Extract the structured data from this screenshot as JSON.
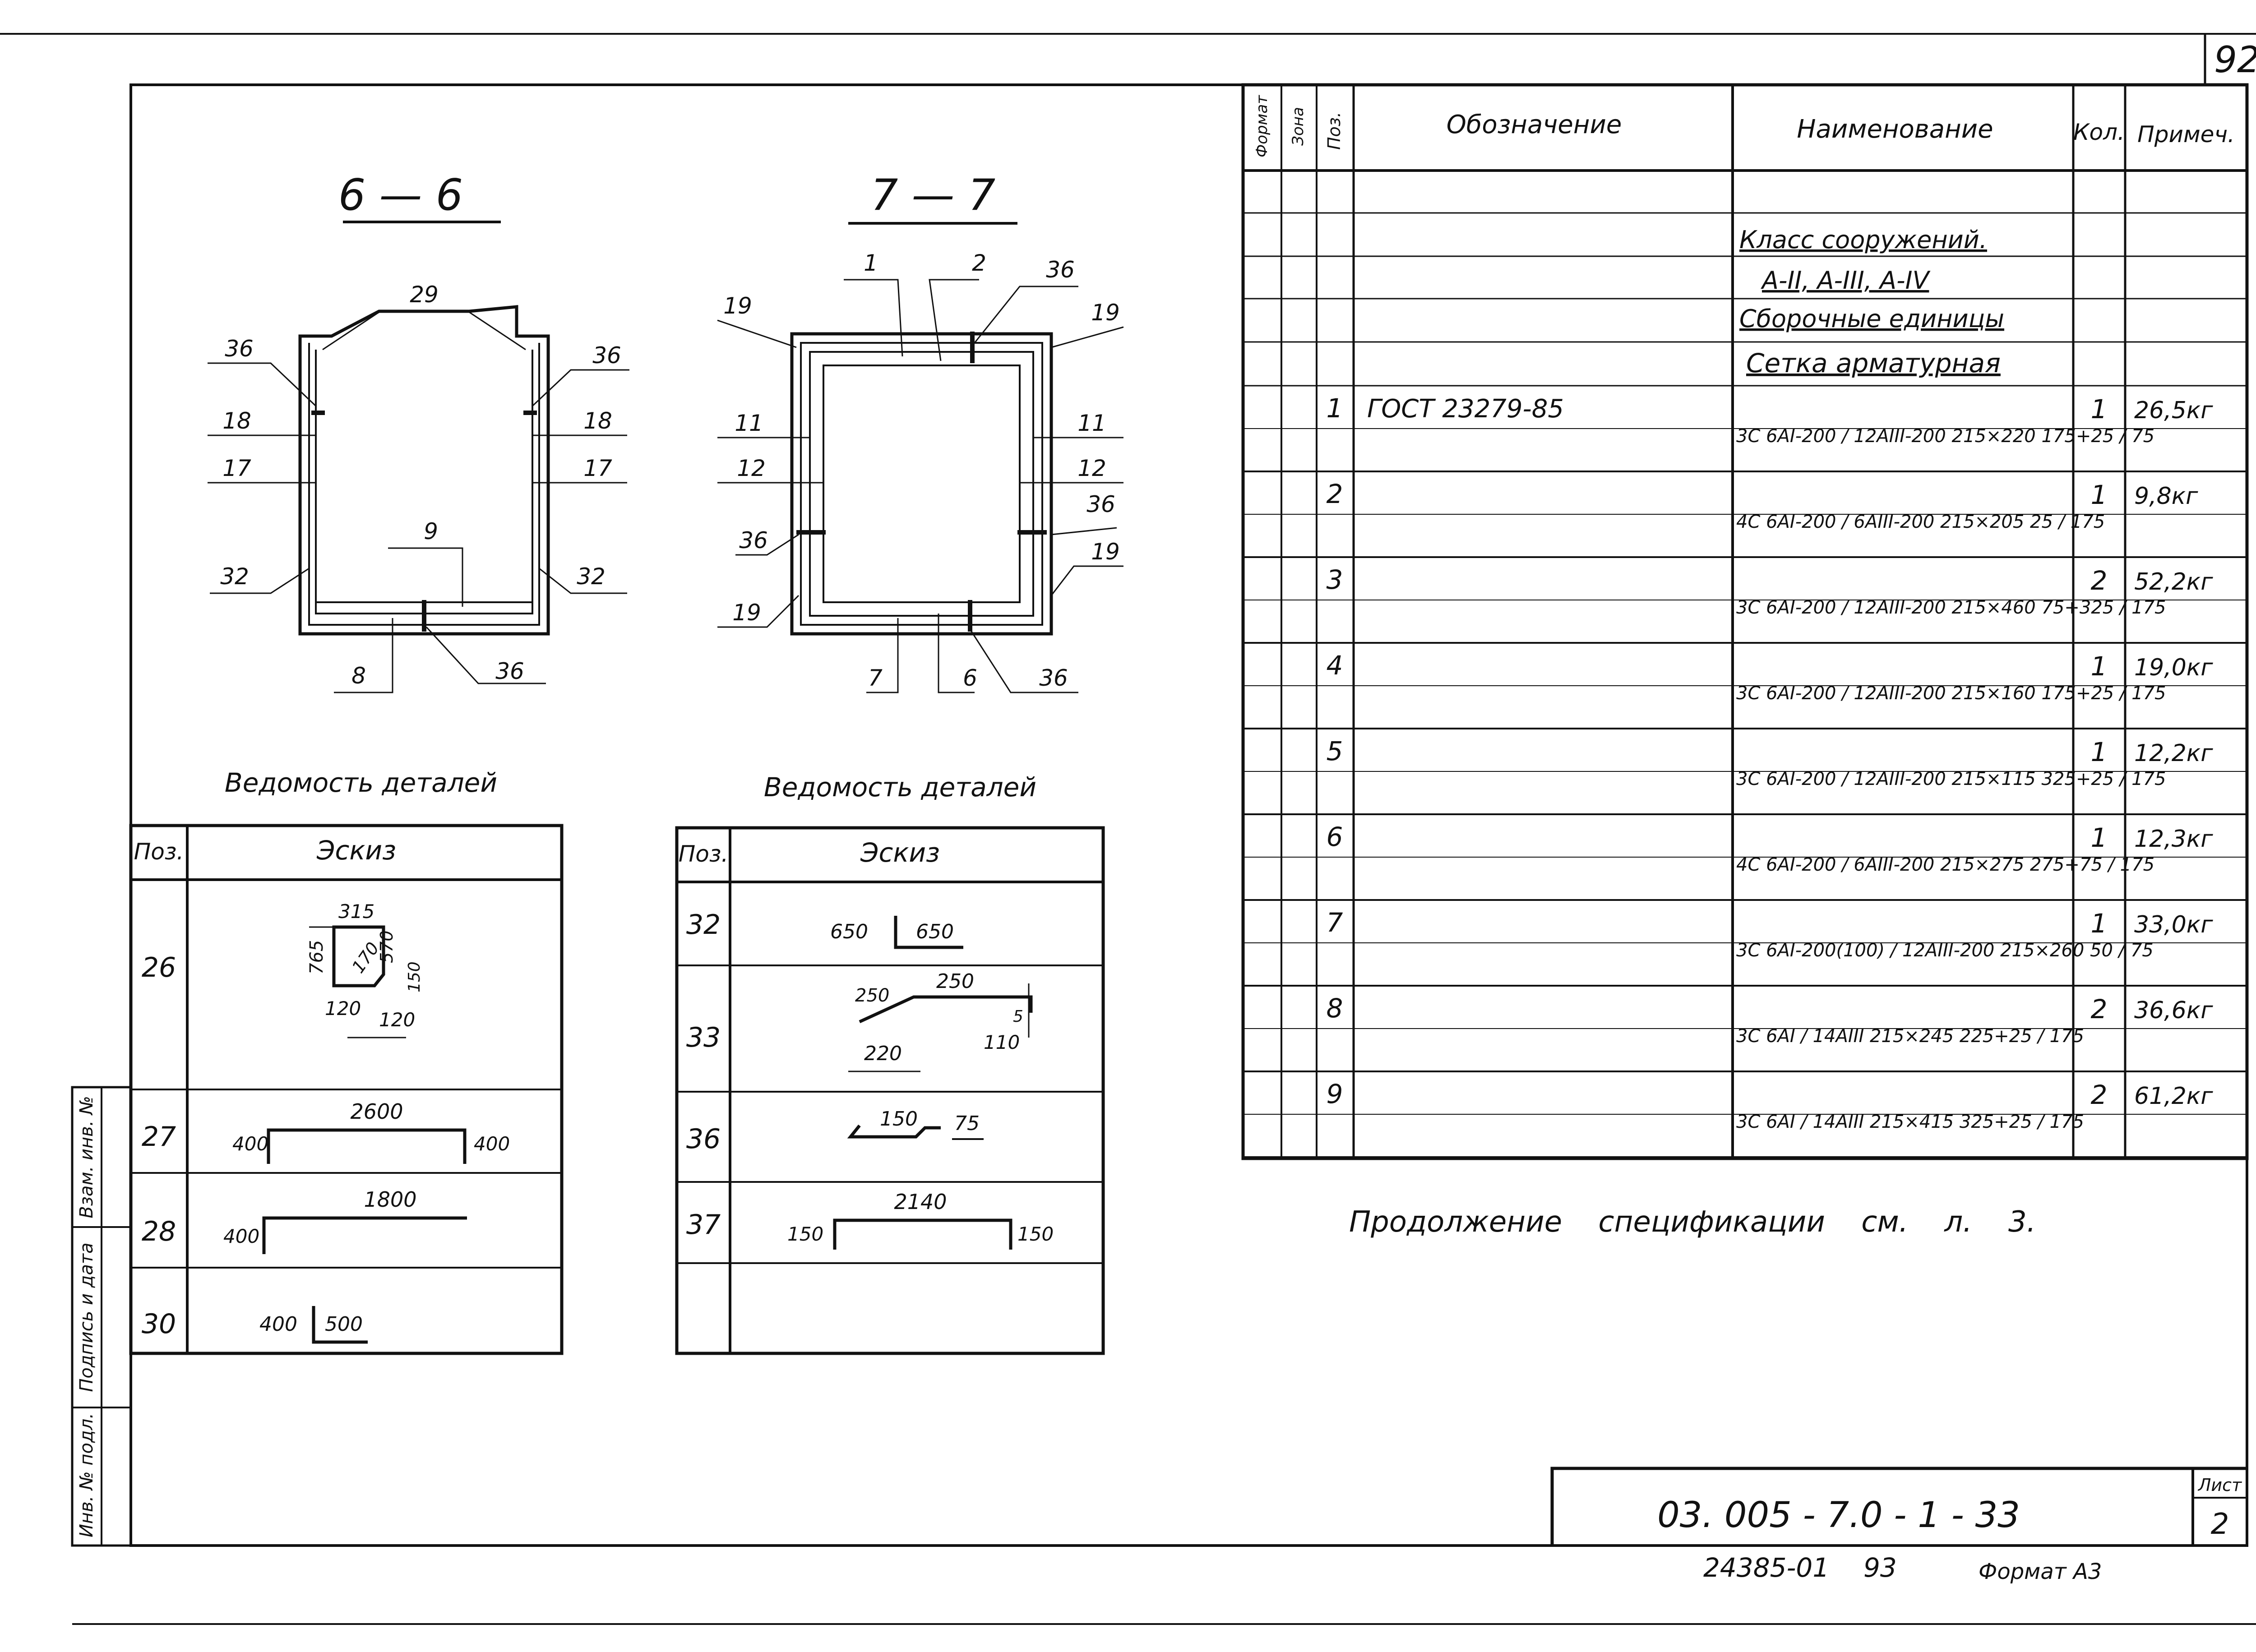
{
  "sheet": {
    "page_number": "92",
    "designation": "03. 005 - 7.0 - 1 - 33",
    "sheet_label": "Лист",
    "sheet_no": "2",
    "inventory_no": "24385-01",
    "copy_no": "93",
    "format": "Формат А3",
    "stamps": [
      "Взам. инв. №",
      "Подпись и дата",
      "Инв. № подл."
    ]
  },
  "sections": {
    "s66": {
      "title": "6 — 6",
      "labels": [
        "29",
        "36",
        "36",
        "18",
        "18",
        "17",
        "17",
        "9",
        "32",
        "32",
        "8",
        "36"
      ]
    },
    "s77": {
      "title": "7 — 7",
      "labels": [
        "1",
        "2",
        "36",
        "19",
        "19",
        "11",
        "11",
        "12",
        "12",
        "36",
        "36",
        "19",
        "19",
        "7",
        "6",
        "36"
      ]
    }
  },
  "details_left": {
    "title": "Ведомость деталей",
    "headers": [
      "Поз.",
      "Эскиз"
    ],
    "rows": [
      {
        "pos": "26",
        "dims": [
          "315",
          "765",
          "570",
          "170",
          "150",
          "120",
          "120"
        ]
      },
      {
        "pos": "27",
        "dims": [
          "2600",
          "400",
          "400"
        ]
      },
      {
        "pos": "28",
        "dims": [
          "1800",
          "400"
        ]
      },
      {
        "pos": "30",
        "dims": [
          "400",
          "500"
        ]
      }
    ]
  },
  "details_right": {
    "title": "Ведомость деталей",
    "headers": [
      "Поз.",
      "Эскиз"
    ],
    "rows": [
      {
        "pos": "32",
        "dims": [
          "650",
          "650"
        ]
      },
      {
        "pos": "33",
        "dims": [
          "250",
          "250",
          "5",
          "220",
          "110"
        ]
      },
      {
        "pos": "36",
        "dims": [
          "150",
          "75"
        ]
      },
      {
        "pos": "37",
        "dims": [
          "2140",
          "150",
          "150"
        ]
      },
      {
        "pos": "",
        "dims": []
      }
    ]
  },
  "spec": {
    "headers": [
      "Формат",
      "Зона",
      "Поз.",
      "Обозначение",
      "Наименование",
      "Кол.",
      "Примеч."
    ],
    "group_lines": [
      "Класс сооружений.",
      "А-II, А-III, А-IV",
      "Сборочные единицы",
      "Сетка арматурная"
    ],
    "rows": [
      {
        "pos": "1",
        "designation": "ГОСТ 23279-85",
        "name": "3С 6АI-200 / 12АIII-200 215×220 175+25 / 75",
        "qty": "1",
        "note": "26,5кг"
      },
      {
        "pos": "2",
        "designation": "",
        "name": "4С 6АI-200 / 6АIII-200 215×205 25 / 175",
        "qty": "1",
        "note": "9,8кг"
      },
      {
        "pos": "3",
        "designation": "",
        "name": "3С 6АI-200 / 12АIII-200 215×460 75+325 / 175",
        "qty": "2",
        "note": "52,2кг"
      },
      {
        "pos": "4",
        "designation": "",
        "name": "3С 6АI-200 / 12АIII-200 215×160 175+25 / 175",
        "qty": "1",
        "note": "19,0кг"
      },
      {
        "pos": "5",
        "designation": "",
        "name": "3С 6АI-200 / 12АIII-200 215×115 325+25 / 175",
        "qty": "1",
        "note": "12,2кг"
      },
      {
        "pos": "6",
        "designation": "",
        "name": "4С 6АI-200 / 6АIII-200 215×275 275+75 / 175",
        "qty": "1",
        "note": "12,3кг"
      },
      {
        "pos": "7",
        "designation": "",
        "name": "3С 6АI-200(100) / 12АIII-200 215×260 50 / 75",
        "qty": "1",
        "note": "33,0кг"
      },
      {
        "pos": "8",
        "designation": "",
        "name": "3С 6АI / 14АIII 215×245 225+25 / 175",
        "qty": "2",
        "note": "36,6кг"
      },
      {
        "pos": "9",
        "designation": "",
        "name": "3С 6АI / 14АIII 215×415 325+25 / 175",
        "qty": "2",
        "note": "61,2кг"
      }
    ],
    "continuation": "Продолжение спецификации см. л. 3."
  }
}
